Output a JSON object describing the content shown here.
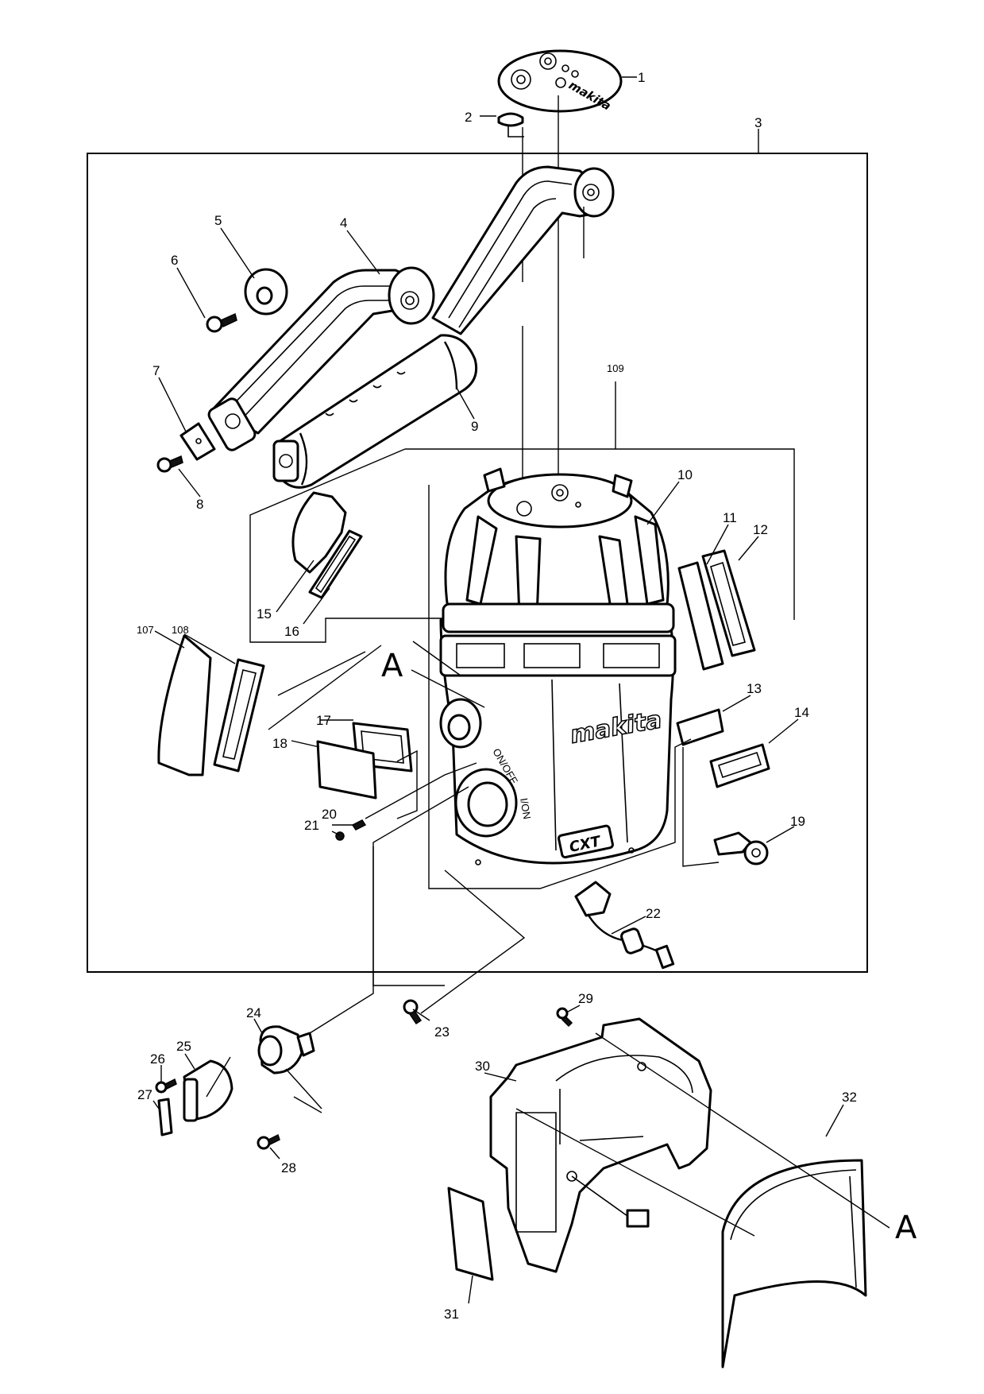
{
  "part_labels": {
    "p1": "1",
    "p2": "2",
    "p3": "3",
    "p4": "4",
    "p5": "5",
    "p6": "6",
    "p7": "7",
    "p8": "8",
    "p9": "9",
    "p10": "10",
    "p11": "11",
    "p12": "12",
    "p13": "13",
    "p14": "14",
    "p15": "15",
    "p16": "16",
    "p17": "17",
    "p18": "18",
    "p19": "19",
    "p20": "20",
    "p21": "21",
    "p22": "22",
    "p23": "23",
    "p24": "24",
    "p25": "25",
    "p26": "26",
    "p27": "27",
    "p28": "28",
    "p29": "29",
    "p30": "30",
    "p31": "31",
    "p32": "32",
    "p107": "107",
    "p108": "108",
    "p109": "109"
  },
  "callouts": {
    "a_left": "A",
    "a_right": "A"
  },
  "housing_markings": {
    "brand": "makita",
    "model": "CXT",
    "light_label": "ON/OFF",
    "power_label": "I/ON"
  }
}
